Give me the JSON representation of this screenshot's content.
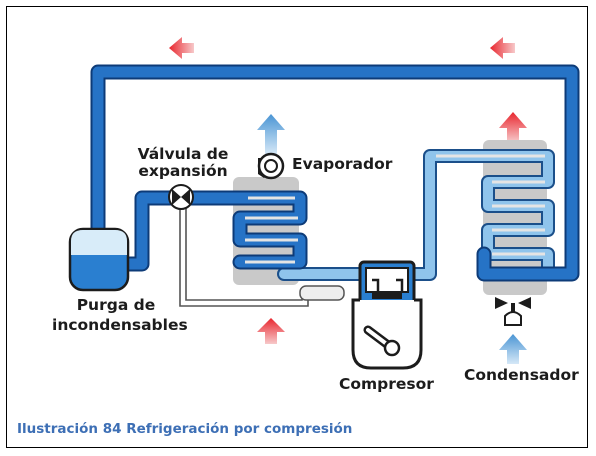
{
  "labels": {
    "valve": "Válvula de expansión",
    "evaporator": "Evaporador",
    "purge": "Purga de incondensables",
    "compressor": "Compresor",
    "condenser": "Condensador"
  },
  "caption": "Ilustración 84 Refrigeración por compresión",
  "colors": {
    "pipe_hot": "#1565c0",
    "pipe_cold": "#8fc4ec",
    "coil_background": "#c9c9c9",
    "arrow_warm": "#e8262e",
    "arrow_cool": "#4a95d4",
    "caption_accent": "#3d6fb5"
  }
}
